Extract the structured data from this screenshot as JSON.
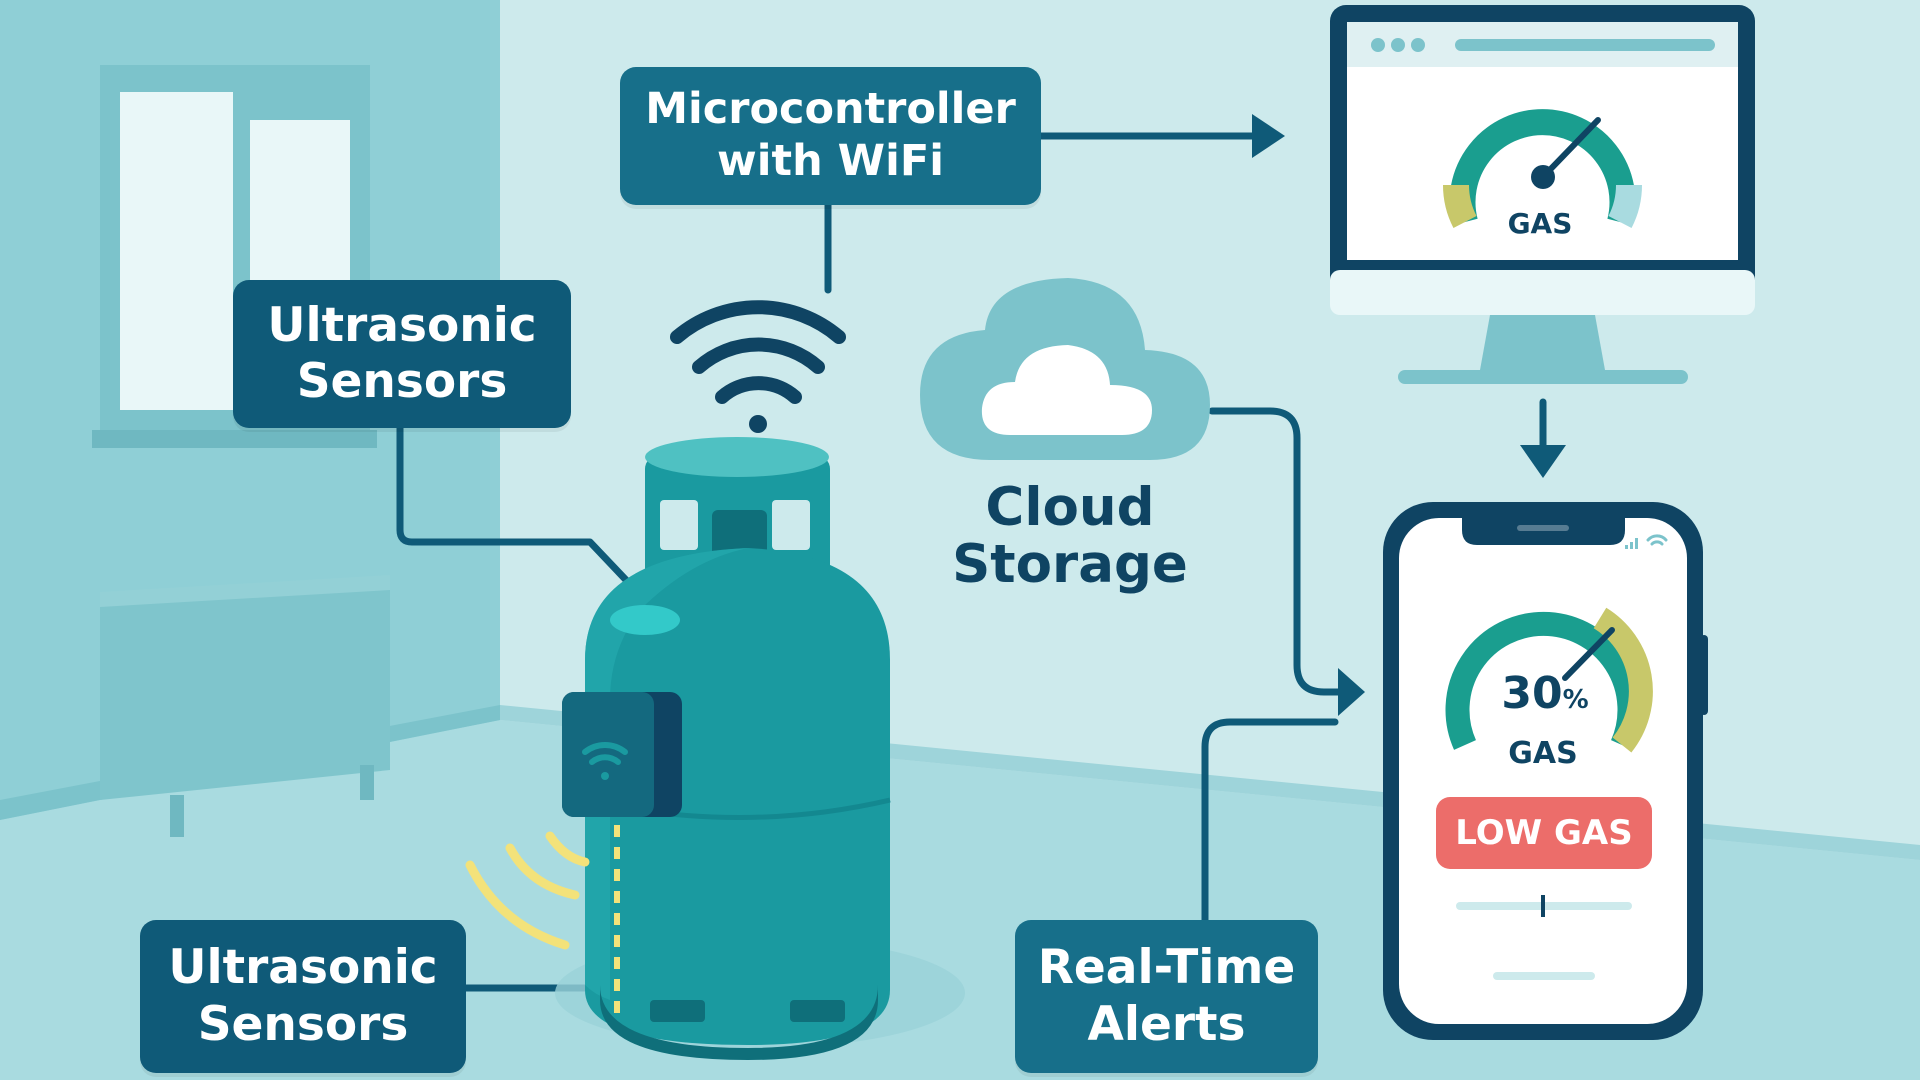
{
  "labels": {
    "microcontroller": [
      "Microcontroller",
      "with WiFi"
    ],
    "ultrasonic_top": [
      "Ultrasonic",
      "Sensors"
    ],
    "ultrasonic_bottom": [
      "Ultrasonic",
      "Sensors"
    ],
    "cloud": [
      "Cloud",
      "Storage"
    ],
    "alerts": [
      "Real-Time",
      "Alerts"
    ]
  },
  "monitor": {
    "gauge_label": "GAS"
  },
  "phone": {
    "gauge_value": "30",
    "gauge_unit": "%",
    "gauge_label": "GAS",
    "gauge_level": 0.3,
    "alert_label": "LOW GAS"
  },
  "colors": {
    "background": "#bfe3e6",
    "label_dark": "#0f5a78",
    "cylinder": "#1a9aa0",
    "alert": "#ec6d6a",
    "gauge_teal": "#1a9e8f",
    "gauge_olive": "#c8c86a",
    "sound_waves": "#f3e27a"
  },
  "icons": [
    "wifi-icon",
    "cloud-icon",
    "monitor-icon",
    "smartphone-icon",
    "gas-cylinder-icon",
    "gauge-icon",
    "arrow-icon"
  ]
}
